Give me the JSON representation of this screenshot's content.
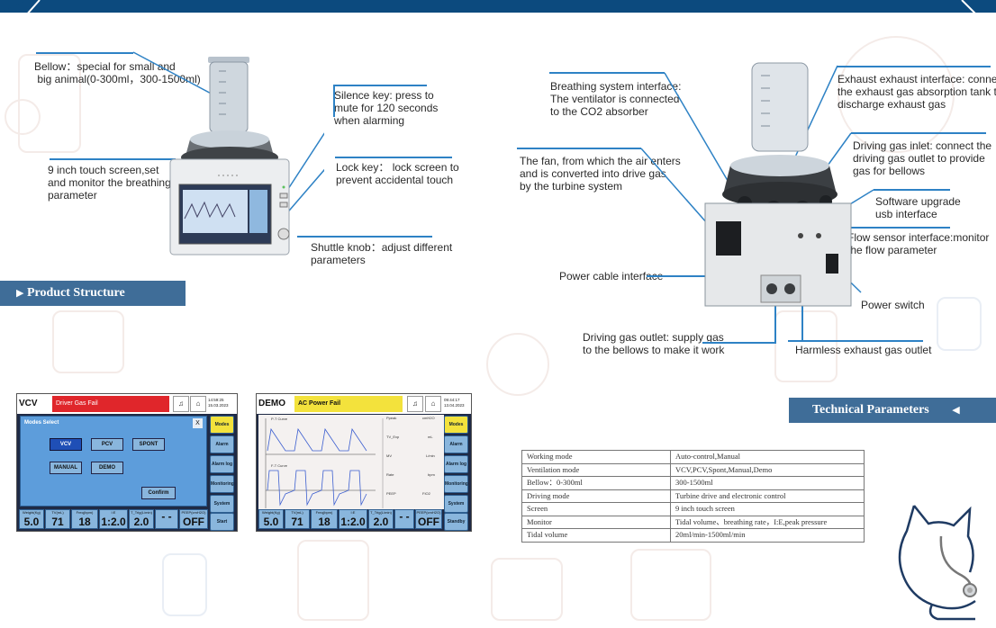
{
  "callouts": {
    "bellow": "Bellow：special for small and\n big animal(0-300ml，300-1500ml)",
    "touch_screen": "9 inch touch screen,set\nand monitor the breathing\nparameter",
    "silence_key": "Silence key: press to\nmute for 120 seconds\nwhen alarming",
    "lock_key": "Lock key： lock screen to\nprevent accidental touch",
    "shuttle_knob": "Shuttle knob：adjust different\nparameters",
    "breathing_interface": "Breathing system interface:\nThe ventilator is connected\nto the CO2 absorber",
    "fan": "The fan, from which the air enters\nand is converted into drive gas\nby the turbine system",
    "power_cable": "Power cable interface",
    "driving_outlet": "Driving gas outlet: supply gas\nto the bellows to make it work",
    "exhaust": "Exhaust exhaust interface: connect\nthe exhaust gas absorption tank to\ndischarge exhaust gas",
    "driving_inlet": "Driving gas inlet: connect the\ndriving gas outlet to provide\ngas for bellows",
    "software": "Software upgrade\nusb interface",
    "flow_sensor": "Flow sensor interface:monitor\nthe flow parameter",
    "power_switch": "Power switch",
    "harmless_outlet": "Harmless exhaust gas outlet"
  },
  "sections": {
    "product_structure": "Product Structure",
    "technical_parameters": "Technical Parameters"
  },
  "screen1": {
    "mode": "VCV",
    "alarm": "Driver Gas Fail",
    "time": "14:59:25",
    "date": "15.03.2023",
    "dialog_title": "Modes Select",
    "close": "X",
    "modes": [
      "VCV",
      "PCV",
      "SPONT",
      "MANUAL",
      "DEMO"
    ],
    "confirm": "Confirm",
    "side": [
      "Modes",
      "Alarm",
      "Alarm log",
      "Monitoring",
      "System",
      "Start"
    ],
    "bottom": [
      {
        "cap": "Weight(Kg)",
        "val": "5.0"
      },
      {
        "cap": "TV(mL)",
        "val": "71"
      },
      {
        "cap": "Freq(bpm)",
        "val": "18"
      },
      {
        "cap": "I:E",
        "val": "1:2.0"
      },
      {
        "cap": "T_Trig(L/min)",
        "val": "2.0"
      },
      {
        "cap": "",
        "val": "- -"
      },
      {
        "cap": "PEEP(cmH2O)",
        "val": "OFF"
      }
    ]
  },
  "screen2": {
    "mode": "DEMO",
    "alarm": "AC Power Fail",
    "time": "09:44:17",
    "date": "13.04.2023",
    "wave1": "P-T  Curve",
    "wave2": "F-T  Curve",
    "readouts": [
      "Ppeak",
      "TV_Exp",
      "MV",
      "Rate",
      "PEEP"
    ],
    "units": [
      "cmH2O",
      "mL",
      "L/min",
      "bpm",
      "FIO2"
    ],
    "side": [
      "Modes",
      "Alarm",
      "Alarm log",
      "Monitoring",
      "System",
      "Standby"
    ],
    "bottom": [
      {
        "cap": "Weight(Kg)",
        "val": "5.0"
      },
      {
        "cap": "TV(mL)",
        "val": "71"
      },
      {
        "cap": "Freq(bpm)",
        "val": "18"
      },
      {
        "cap": "I:E",
        "val": "1:2.0"
      },
      {
        "cap": "T_Trig(L/min)",
        "val": "2.0"
      },
      {
        "cap": "",
        "val": "- -"
      },
      {
        "cap": "PEEP(cmH2O)",
        "val": "OFF"
      }
    ]
  },
  "table": [
    [
      "Working mode",
      "Auto-control,Manual"
    ],
    [
      "Ventilation mode",
      "VCV,PCV,Spont,Manual,Demo"
    ],
    [
      "Bellow：0-300ml",
      "300-1500ml"
    ],
    [
      "Driving mode",
      "Turbine drive and electronic control"
    ],
    [
      "Screen",
      "9 inch touch screen"
    ],
    [
      "Monitor",
      "Tidal volume、breathing rate，I:E,peak pressure"
    ],
    [
      "Tidal volume",
      "20ml/min-1500ml/min"
    ]
  ],
  "colors": {
    "banner": "#0c4a7e",
    "section_header": "#3f6d98",
    "callout_line": "#2e82c5",
    "screen_button": "#89b6dd",
    "alarm_red": "#e0262b",
    "alarm_yellow": "#f3e23c"
  }
}
